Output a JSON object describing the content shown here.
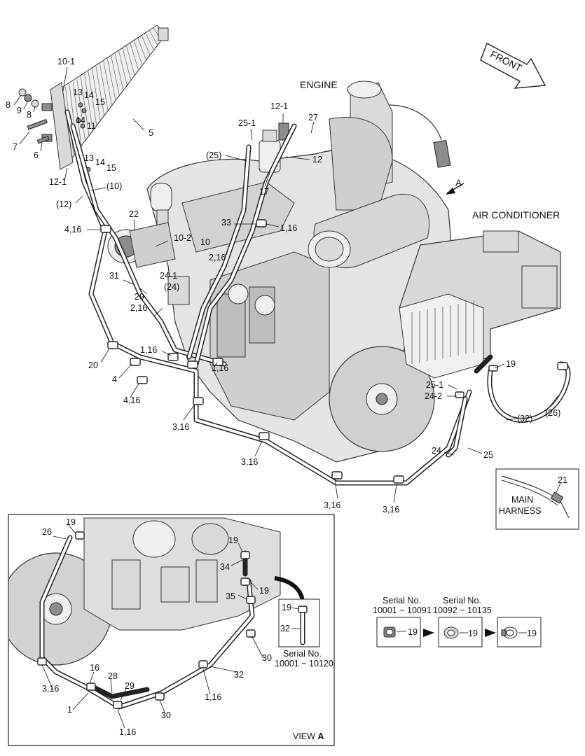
{
  "headings": {
    "front": "FRONT",
    "engine": "ENGINE",
    "air_conditioner": "AIR CONDITIONER",
    "view_arrow": "A",
    "main_harness_line1": "MAIN",
    "main_harness_line2": "HARNESS",
    "view_a_prefix": "VIEW ",
    "view_a_letter": "A"
  },
  "serial": {
    "label": "Serial No.",
    "inset_range": "10001 ~ 10120",
    "range1": "10001 ~ 10091",
    "range2": "10092 ~ 10135"
  },
  "callouts": {
    "c10_1": "10-1",
    "c13a": "13",
    "c14a": "14",
    "c15a": "15",
    "c8a": "8",
    "c9": "9",
    "c8b": "8",
    "c14b": "14",
    "c11": "11",
    "c5": "5",
    "c7": "7",
    "c6": "6",
    "c13b": "13",
    "c14c": "14",
    "c15b": "15",
    "c12_1a": "12-1",
    "c10p": "(10)",
    "c12p": "(12)",
    "c416a": "4,16",
    "c22": "22",
    "c10_2": "10-2",
    "c10": "10",
    "c216a": "2,16",
    "c31": "31",
    "c24_1": "24-1",
    "c24p": "(24)",
    "c29a": "29",
    "c216b": "2,16",
    "c116a": "1,16",
    "c20": "20",
    "c4": "4",
    "c416b": "4,16",
    "c116b": "1,16",
    "c316a": "3,16",
    "c316b": "3,16",
    "c316c": "3,16",
    "c316d": "3,16",
    "c12_1b": "12-1",
    "c25_1a": "25-1",
    "c27": "27",
    "c25p": "(25)",
    "c12": "12",
    "c17": "17",
    "c33": "33",
    "c116c": "1,16",
    "c19a": "19",
    "c25_1b": "25-1",
    "c24_2": "24-2",
    "c26p": "(26)",
    "c32p": "(32)",
    "c24": "24",
    "c25": "25",
    "c21": "21",
    "i19a": "19",
    "i26": "26",
    "i19b": "19",
    "i34": "34",
    "i19c": "19",
    "i35": "35",
    "i19d": "19",
    "i32a": "32",
    "i30a": "30",
    "i32b": "32",
    "i16": "16",
    "i28": "28",
    "i29": "29",
    "i316": "3,16",
    "i116a": "1,16",
    "i1": "1",
    "i30b": "30",
    "i116b": "1,16",
    "s19a": "19",
    "s19b": "19",
    "s19c": "19"
  }
}
